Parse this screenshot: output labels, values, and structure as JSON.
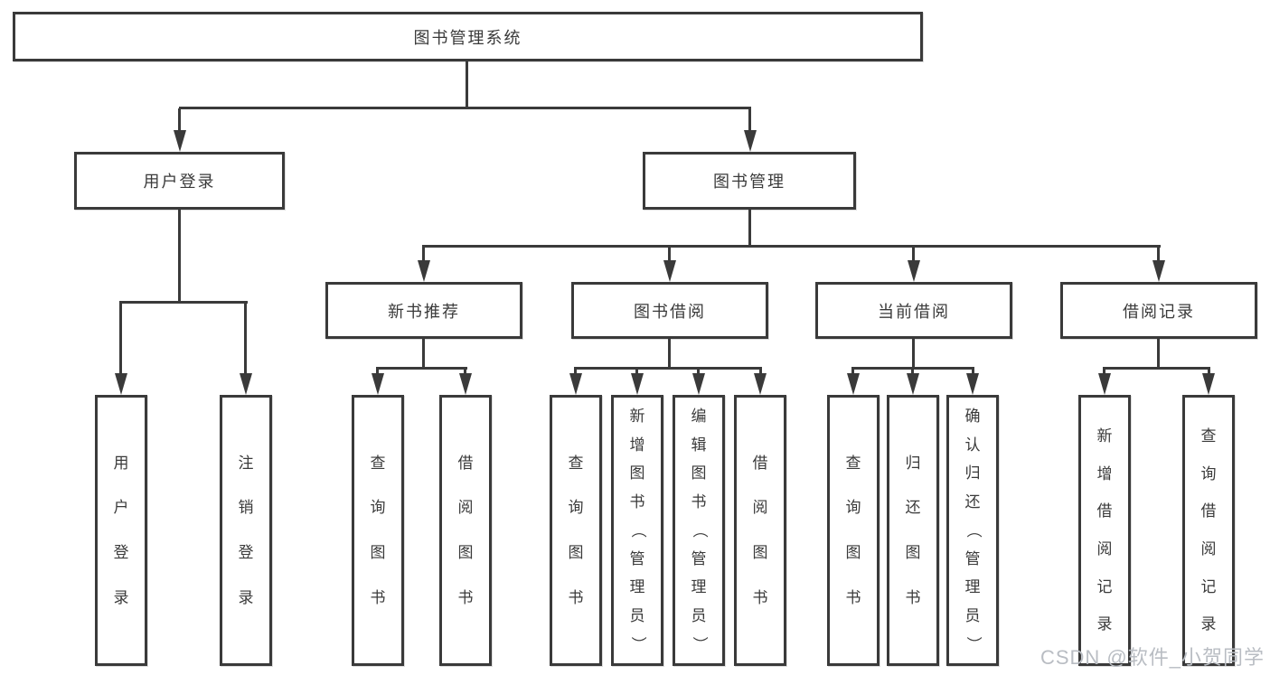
{
  "diagram": {
    "root": "图书管理系统",
    "branches": [
      {
        "label": "用户登录",
        "children": [
          "用户登录",
          "注销登录"
        ]
      },
      {
        "label": "图书管理",
        "sections": [
          {
            "label": "新书推荐",
            "children": [
              "查询图书",
              "借阅图书"
            ]
          },
          {
            "label": "图书借阅",
            "children": [
              "查询图书",
              "新增图书（管理员）",
              "编辑图书（管理员）",
              "借阅图书"
            ]
          },
          {
            "label": "当前借阅",
            "children": [
              "查询图书",
              "归还图书",
              "确认归还（管理员）"
            ]
          },
          {
            "label": "借阅记录",
            "children": [
              "新增借阅记录",
              "查询借阅记录"
            ]
          }
        ]
      }
    ]
  },
  "watermark": "CSDN @软件_小贺同学",
  "colors": {
    "line": "#3a3a3a",
    "text": "#3a3a3a",
    "watermark": "#b9bdc3",
    "background": "#ffffff"
  }
}
